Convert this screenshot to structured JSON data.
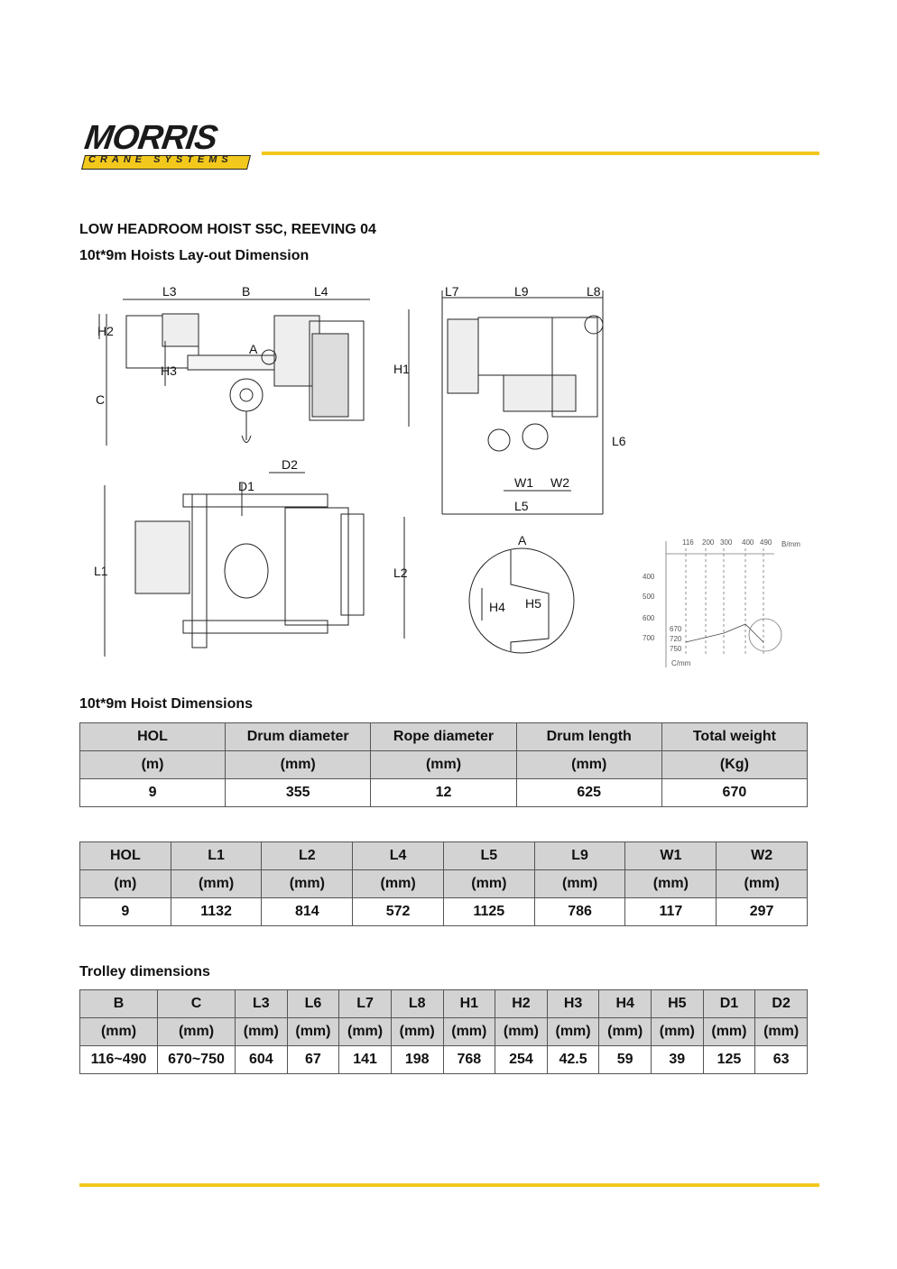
{
  "logo": {
    "word": "MORRIS",
    "tagline": "CRANE SYSTEMS"
  },
  "colors": {
    "accent": "#f2c81c",
    "header_cell": "#d3d3d3",
    "border": "#555555"
  },
  "title": "LOW HEADROOM HOIST S5C, REEVING 04",
  "subtitle": "10t*9m Hoists Lay-out Dimension",
  "drawing_labels": {
    "L3": "L3",
    "B": "B",
    "L4": "L4",
    "H2": "H2",
    "H3": "H3",
    "A": "A",
    "C": "C",
    "H1": "H1",
    "L7": "L7",
    "L9": "L9",
    "L8": "L8",
    "L6": "L6",
    "W1": "W1",
    "W2": "W2",
    "L5": "L5",
    "D1": "D1",
    "D2": "D2",
    "L1": "L1",
    "L2": "L2",
    "detail_A": "A",
    "H4": "H4",
    "H5": "H5"
  },
  "chart": {
    "b_label": "B/mm",
    "c_label": "C/mm",
    "b_ticks": [
      "116",
      "200",
      "300",
      "400",
      "490"
    ],
    "c_ticks": [
      "400",
      "500",
      "600",
      "700"
    ],
    "c_values": [
      "670",
      "720",
      "750"
    ]
  },
  "table1_title": "10t*9m Hoist Dimensions",
  "table1": {
    "headers": [
      "HOL",
      "Drum diameter",
      "Rope diameter",
      "Drum length",
      "Total weight"
    ],
    "units": [
      "(m)",
      "(mm)",
      "(mm)",
      "(mm)",
      "(Kg)"
    ],
    "values": [
      "9",
      "355",
      "12",
      "625",
      "670"
    ]
  },
  "table2": {
    "headers": [
      "HOL",
      "L1",
      "L2",
      "L4",
      "L5",
      "L9",
      "W1",
      "W2"
    ],
    "units": [
      "(m)",
      "(mm)",
      "(mm)",
      "(mm)",
      "(mm)",
      "(mm)",
      "(mm)",
      "(mm)"
    ],
    "values": [
      "9",
      "1132",
      "814",
      "572",
      "1125",
      "786",
      "117",
      "297"
    ]
  },
  "table3_title": "Trolley dimensions",
  "table3": {
    "headers": [
      "B",
      "C",
      "L3",
      "L6",
      "L7",
      "L8",
      "H1",
      "H2",
      "H3",
      "H4",
      "H5",
      "D1",
      "D2"
    ],
    "units": [
      "(mm)",
      "(mm)",
      "(mm)",
      "(mm)",
      "(mm)",
      "(mm)",
      "(mm)",
      "(mm)",
      "(mm)",
      "(mm)",
      "(mm)",
      "(mm)",
      "(mm)"
    ],
    "values": [
      "116~490",
      "670~750",
      "604",
      "67",
      "141",
      "198",
      "768",
      "254",
      "42.5",
      "59",
      "39",
      "125",
      "63"
    ]
  }
}
